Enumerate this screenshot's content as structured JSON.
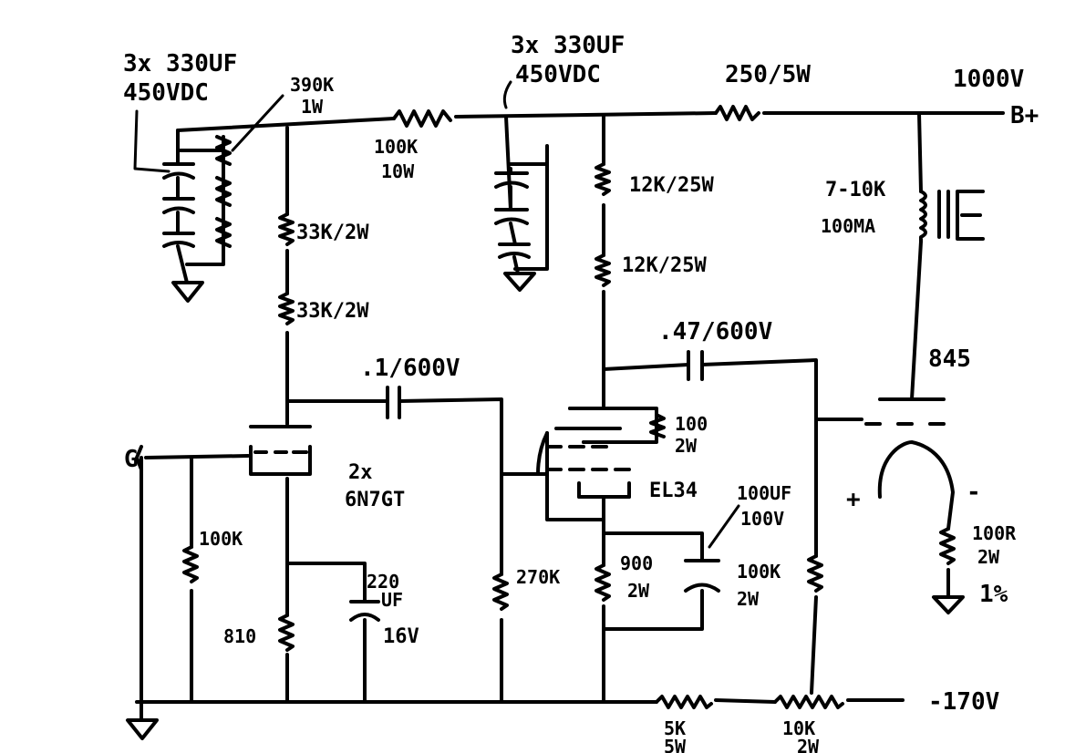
{
  "labels": {
    "cap_bank_left": [
      "3x 330UF",
      "450VDC"
    ],
    "bleeder_390k": [
      "390K",
      "1W"
    ],
    "r_100k_10w": [
      "100K",
      "10W"
    ],
    "cap_bank_mid": [
      "3x 330UF",
      "450VDC"
    ],
    "r_250_5w": "250/5W",
    "b_plus_voltage": "1000V",
    "b_plus": "B+",
    "r_33k_upper": "33K/2W",
    "r_33k_lower": "33K/2W",
    "r_12k_upper": "12K/25W",
    "r_12k_lower": "12K/25W",
    "choke": [
      "7-10K",
      "100MA"
    ],
    "cap_047": ".47/600V",
    "tube_845": "845",
    "cap_01": ".1/600V",
    "r_100_2w": [
      "100",
      "2W"
    ],
    "tube_el34": "EL34",
    "tube_6n7gt": [
      "2x",
      "6N7GT"
    ],
    "input": "G",
    "r_100k_grid": "100K",
    "cap_220uf": [
      "220",
      "UF",
      "16V"
    ],
    "r_810": "810",
    "r_270k": "270K",
    "r_900": [
      "900",
      "2W"
    ],
    "cap_100uf": [
      "100UF",
      "100V"
    ],
    "r_100k_2w": [
      "100K",
      "2W"
    ],
    "filament_plus": "+",
    "filament_minus": "-",
    "r_100r": [
      "100R",
      "2W",
      "1%"
    ],
    "neg_supply": "-170V",
    "r_5k": [
      "5K",
      "5W"
    ],
    "r_10k": [
      "10K",
      "2W"
    ]
  }
}
